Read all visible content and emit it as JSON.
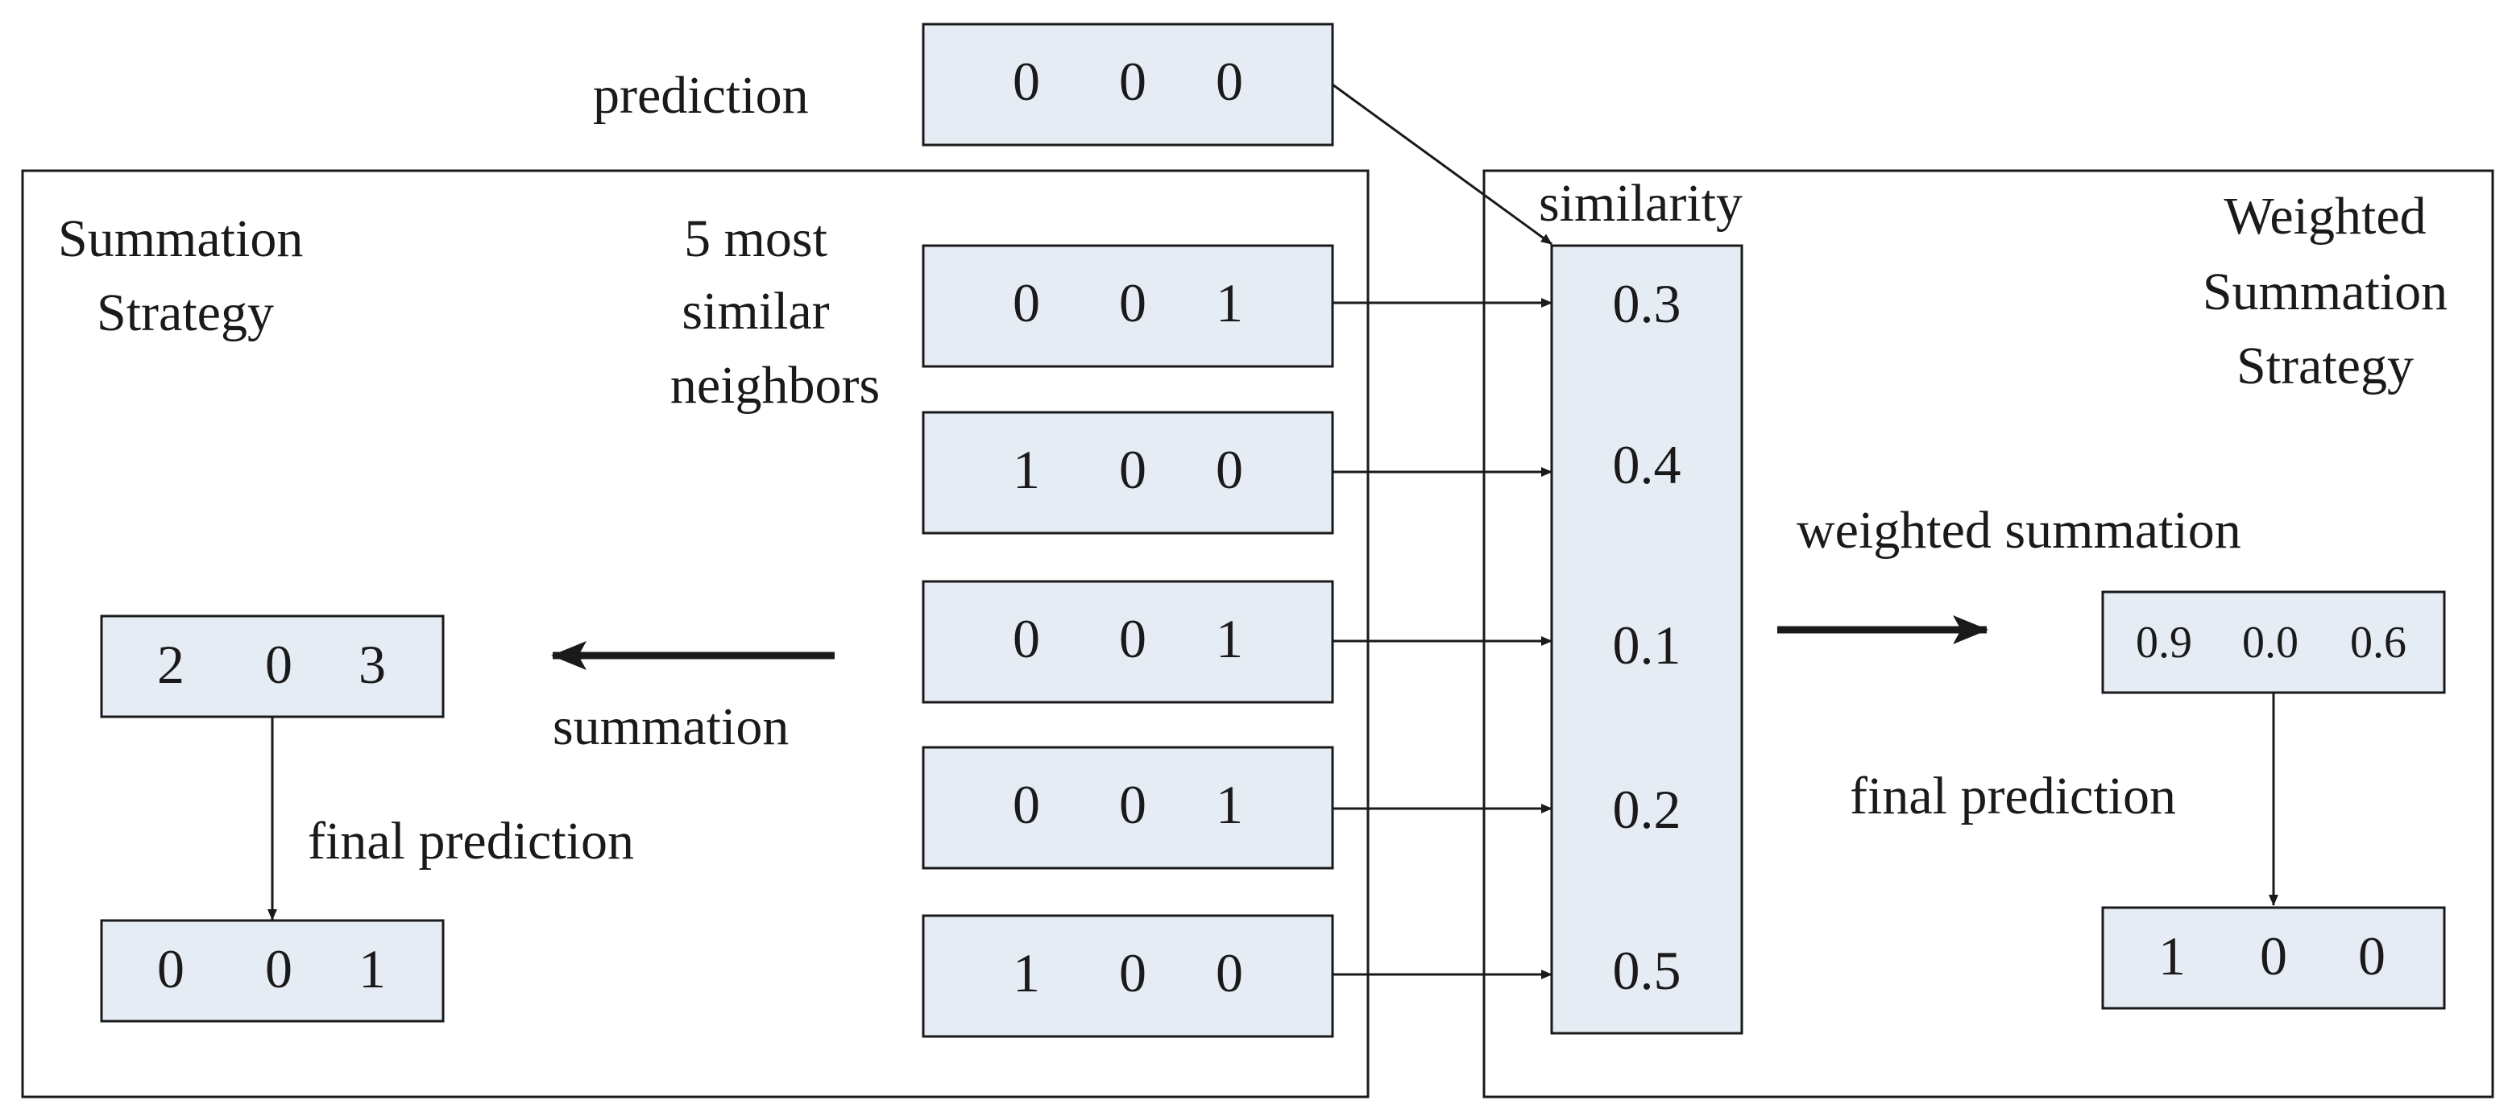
{
  "labels": {
    "prediction": "prediction",
    "neighbors": [
      "5 most",
      "similar",
      "neighbors"
    ],
    "summation_strategy": [
      "Summation",
      "Strategy"
    ],
    "similarity": "similarity",
    "weighted_strategy": [
      "Weighted",
      "Summation",
      "Strategy"
    ],
    "summation": "summation",
    "weighted_summation": "weighted summation",
    "final_prediction_left": "final prediction",
    "final_prediction_right": "final prediction"
  },
  "prediction_vector": [
    "0",
    "0",
    "0"
  ],
  "neighbor_vectors": [
    [
      "0",
      "0",
      "1"
    ],
    [
      "1",
      "0",
      "0"
    ],
    [
      "0",
      "0",
      "1"
    ],
    [
      "0",
      "0",
      "1"
    ],
    [
      "1",
      "0",
      "0"
    ]
  ],
  "similarities": [
    "0.3",
    "0.4",
    "0.1",
    "0.2",
    "0.5"
  ],
  "summation_result": [
    "2",
    "0",
    "3"
  ],
  "summation_final": [
    "0",
    "0",
    "1"
  ],
  "weighted_result": [
    "0.9",
    "0.0",
    "0.6"
  ],
  "weighted_final": [
    "1",
    "0",
    "0"
  ],
  "colors": {
    "box_fill": "#e6ecf4",
    "stroke": "#1a1a1a",
    "background": "#ffffff"
  }
}
